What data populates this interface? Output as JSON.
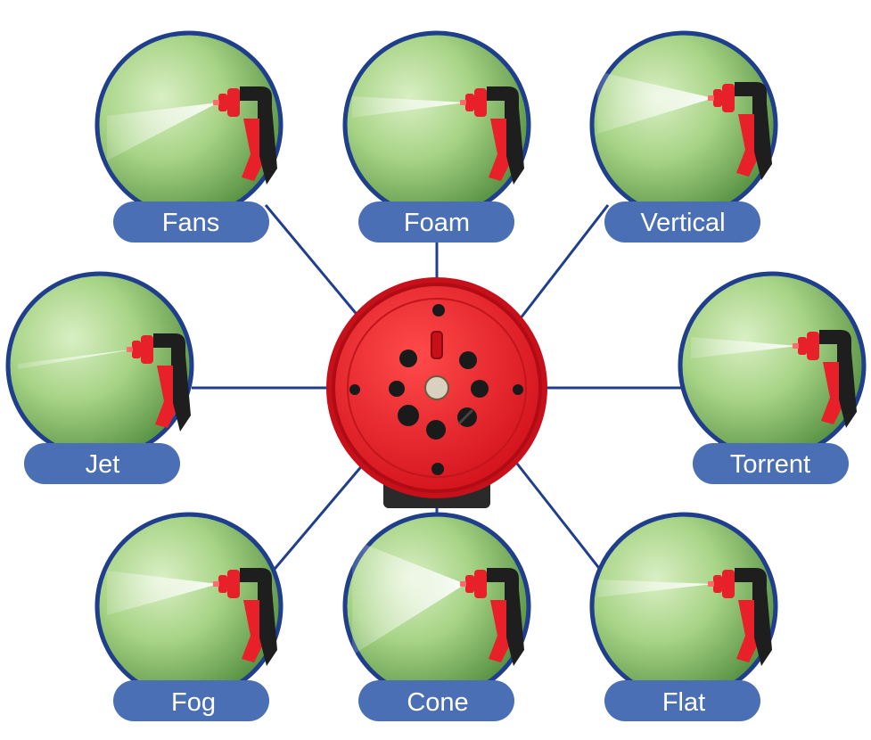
{
  "modes": [
    {
      "id": "fans",
      "label": "Fans"
    },
    {
      "id": "foam",
      "label": "Foam"
    },
    {
      "id": "vertical",
      "label": "Vertical"
    },
    {
      "id": "jet",
      "label": "Jet"
    },
    {
      "id": "torrent",
      "label": "Torrent"
    },
    {
      "id": "fog",
      "label": "Fog"
    },
    {
      "id": "cone",
      "label": "Cone"
    },
    {
      "id": "flat",
      "label": "Flat"
    }
  ],
  "colors": {
    "ring": "#1f3f8c",
    "label_bg": "#4a6fb5",
    "label_text": "#ffffff",
    "grass_light": "#c9e6b0",
    "grass_dark": "#5f9a48",
    "nozzle_red": "#e8202a",
    "nozzle_dark": "#1e1e1e"
  }
}
